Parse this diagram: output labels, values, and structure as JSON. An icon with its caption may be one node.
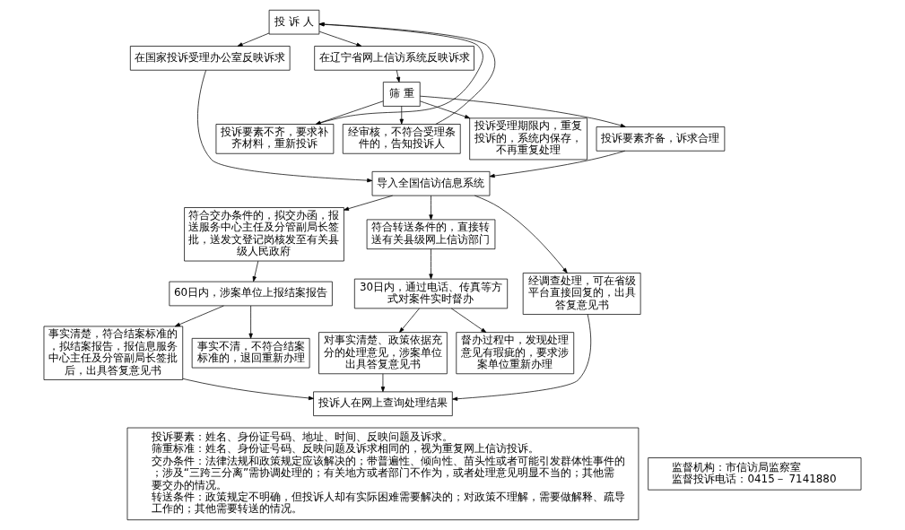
{
  "diagram": {
    "nodes": [
      {
        "text": [
          "投 诉 人"
        ]
      },
      {
        "text": [
          "在国家投诉受理办公室反映诉求"
        ]
      },
      {
        "text": [
          "在辽宁省网上信访系统反映诉求"
        ]
      },
      {
        "text": [
          "筛 重"
        ]
      },
      {
        "text": [
          "投诉要素不齐，要求补齐材料，重新投诉"
        ]
      },
      {
        "text": [
          "经审核，不符合受理条件的，告知投诉人"
        ]
      },
      {
        "text": [
          "投诉受理期限内，重复投诉的，系统内保存，不再重复处理"
        ]
      },
      {
        "text": [
          "投诉要素齐备，诉求合理"
        ]
      },
      {
        "text": [
          "导入全国信访信息系统"
        ]
      },
      {
        "text": [
          "符合交办条件的，拟交办函，报送服务中心主任及分管副局长签批，送发文登记岗核发至有关县级人民政府"
        ]
      },
      {
        "text": [
          "符合转送条件的，直接转送有关县级网上信访部门"
        ]
      },
      {
        "text": [
          "经调查处理，可在省级平台直接回复的，出具答复意见书"
        ]
      },
      {
        "text": [
          "60日内，涉案单位上报结案报告"
        ]
      },
      {
        "text": [
          "30日内，通过电话、传真等方式对案件实时督办"
        ]
      },
      {
        "text": [
          "事实清楚，符合结案标准的，拟结案报告，报信息服务中心主任及分管副局长签批后，出具答复意见书"
        ]
      },
      {
        "text": [
          "事实不清，不符合结案标准的，退回重新办理"
        ]
      },
      {
        "text": [
          "对事实清楚、政策依据充分的处理意见，涉案单位出具答复意见书"
        ]
      },
      {
        "text": [
          "督办过程中，发现处理意见有瑕疵的，要求涉案单位重新办理"
        ]
      },
      {
        "text": [
          "投诉人在网上查询处理结果"
        ]
      },
      {
        "text": [
          "投诉要素：姓名、身份证号码、地址、时间、反映问题及诉求。",
          "筛重标准：姓名、身份证号码、反映问题及诉求相同的，视为重复网上信访投诉。",
          "交办条件：法律法规和政策规定应该解决的；带普遍性、倾向性、苗头性或者可能引发群体性事件的；涉及“三跨三分离”需协调处理的；有关地方或者部门不作为，或者处理意见明显不当的；其他需要交办的情况。",
          "转送条件：政策规定不明确，但投诉人却有实际困难需要解决的；对政策不理解，需要做解释、疏导工作的；其他需要转送的情况。"
        ]
      },
      {
        "text": [
          "监督机构：市信访局监察室",
          "监督投诉电话：0415－ 7141880"
        ]
      }
    ],
    "edges": [
      {
        "from": 0,
        "to": 1,
        "arrow": "to"
      },
      {
        "from": 0,
        "to": 2,
        "arrow": "to"
      },
      {
        "from": 2,
        "to": 3,
        "arrow": "to"
      },
      {
        "from": 3,
        "to": 4,
        "arrow": "to"
      },
      {
        "from": 3,
        "to": 5,
        "arrow": "to"
      },
      {
        "from": 3,
        "to": 6,
        "arrow": "to"
      },
      {
        "from": 4,
        "to": 0,
        "arrow": "to"
      },
      {
        "from": 5,
        "to": 0,
        "arrow": "to"
      },
      {
        "from": 3,
        "to": 7,
        "arrow": "to"
      },
      {
        "from": 7,
        "to": 8,
        "arrow": "to"
      },
      {
        "from": 1,
        "to": 8,
        "arrow": "to"
      },
      {
        "from": 8,
        "to": 9,
        "arrow": "to"
      },
      {
        "from": 8,
        "to": 10,
        "arrow": "to"
      },
      {
        "from": 8,
        "to": 11,
        "arrow": "to"
      },
      {
        "from": 9,
        "to": 12,
        "arrow": "to"
      },
      {
        "from": 12,
        "to": 14,
        "arrow": "to"
      },
      {
        "from": 12,
        "to": 15,
        "arrow": "to"
      },
      {
        "from": 10,
        "to": 13,
        "arrow": "to"
      },
      {
        "from": 13,
        "to": 16,
        "arrow": "to"
      },
      {
        "from": 13,
        "to": 17,
        "arrow": "to"
      },
      {
        "from": 14,
        "to": 18,
        "arrow": "to"
      },
      {
        "from": 16,
        "to": 18,
        "arrow": "to"
      },
      {
        "from": 11,
        "to": 18,
        "arrow": "to"
      }
    ]
  }
}
